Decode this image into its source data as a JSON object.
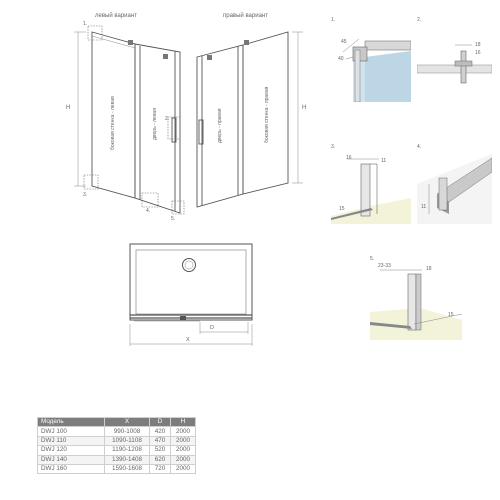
{
  "elevation": {
    "left_variant": "левый вариант",
    "right_variant": "правый вариант",
    "side_wall_left": "боковая стенка - левая",
    "door_left": "дверь - левая",
    "door_right": "дверь - правая",
    "side_wall_right": "боковая стенка - правая",
    "h_left": "H",
    "h_right": "H",
    "callout_1": "1.",
    "callout_2": "2.",
    "callout_3": "3.",
    "callout_4": "4.",
    "callout_5": "5."
  },
  "plan": {
    "d_label": "D",
    "x_label": "X"
  },
  "details": {
    "d1": {
      "num": "1.",
      "dim_a": "45",
      "dim_b": "40"
    },
    "d2": {
      "num": "2.",
      "dim_a": "18",
      "dim_b": "16"
    },
    "d3": {
      "num": "3.",
      "dim_a": "16",
      "dim_b": "11",
      "dim_c": "15"
    },
    "d4": {
      "num": "4.",
      "dim_a": "11"
    },
    "d5": {
      "num": "5.",
      "dim_a": "23-33",
      "dim_b": "18",
      "dim_c": "15"
    }
  },
  "table": {
    "headers": [
      "Модель",
      "X",
      "D",
      "H"
    ],
    "rows": [
      [
        "DWJ 100",
        "990-1008",
        "420",
        "2000"
      ],
      [
        "DWJ 110",
        "1090-1108",
        "470",
        "2000"
      ],
      [
        "DWJ 120",
        "1190-1208",
        "520",
        "2000"
      ],
      [
        "DWJ 140",
        "1390-1408",
        "620",
        "2000"
      ],
      [
        "DWJ 160",
        "1590-1608",
        "720",
        "2000"
      ]
    ]
  }
}
